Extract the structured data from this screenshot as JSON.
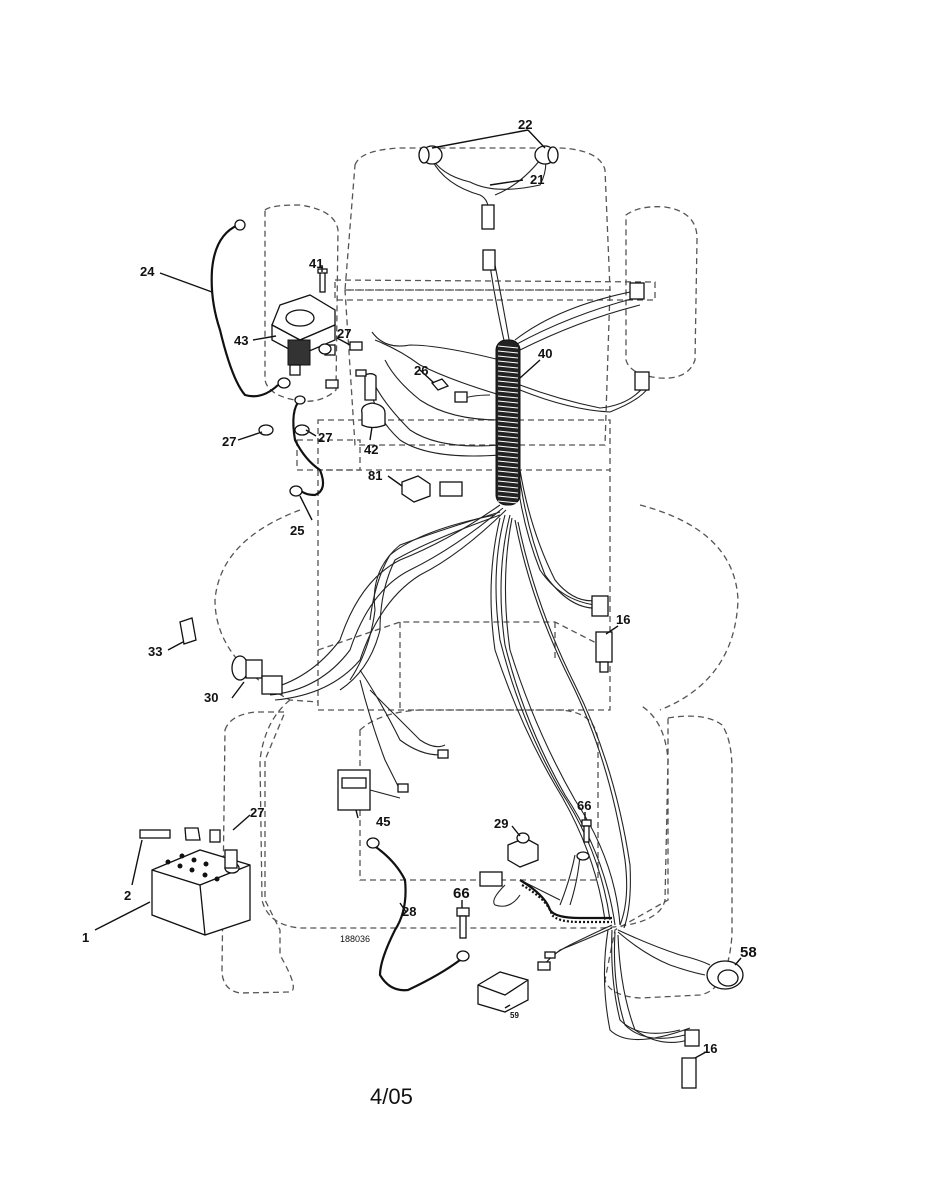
{
  "diagram": {
    "drawing_number": "188036",
    "footer": "4/05",
    "callouts": {
      "c1": "1",
      "c2": "2",
      "c16a": "16",
      "c16b": "16",
      "c21": "21",
      "c22": "22",
      "c24": "24",
      "c25": "25",
      "c26": "26",
      "c27a": "27",
      "c27b": "27",
      "c27c": "27",
      "c27d": "27",
      "c28": "28",
      "c29": "29",
      "c30": "30",
      "c33": "33",
      "c40": "40",
      "c41": "41",
      "c42": "42",
      "c43": "43",
      "c45": "45",
      "c58": "58",
      "c59": "59",
      "c66a": "66",
      "c66b": "66",
      "c81": "81"
    }
  }
}
